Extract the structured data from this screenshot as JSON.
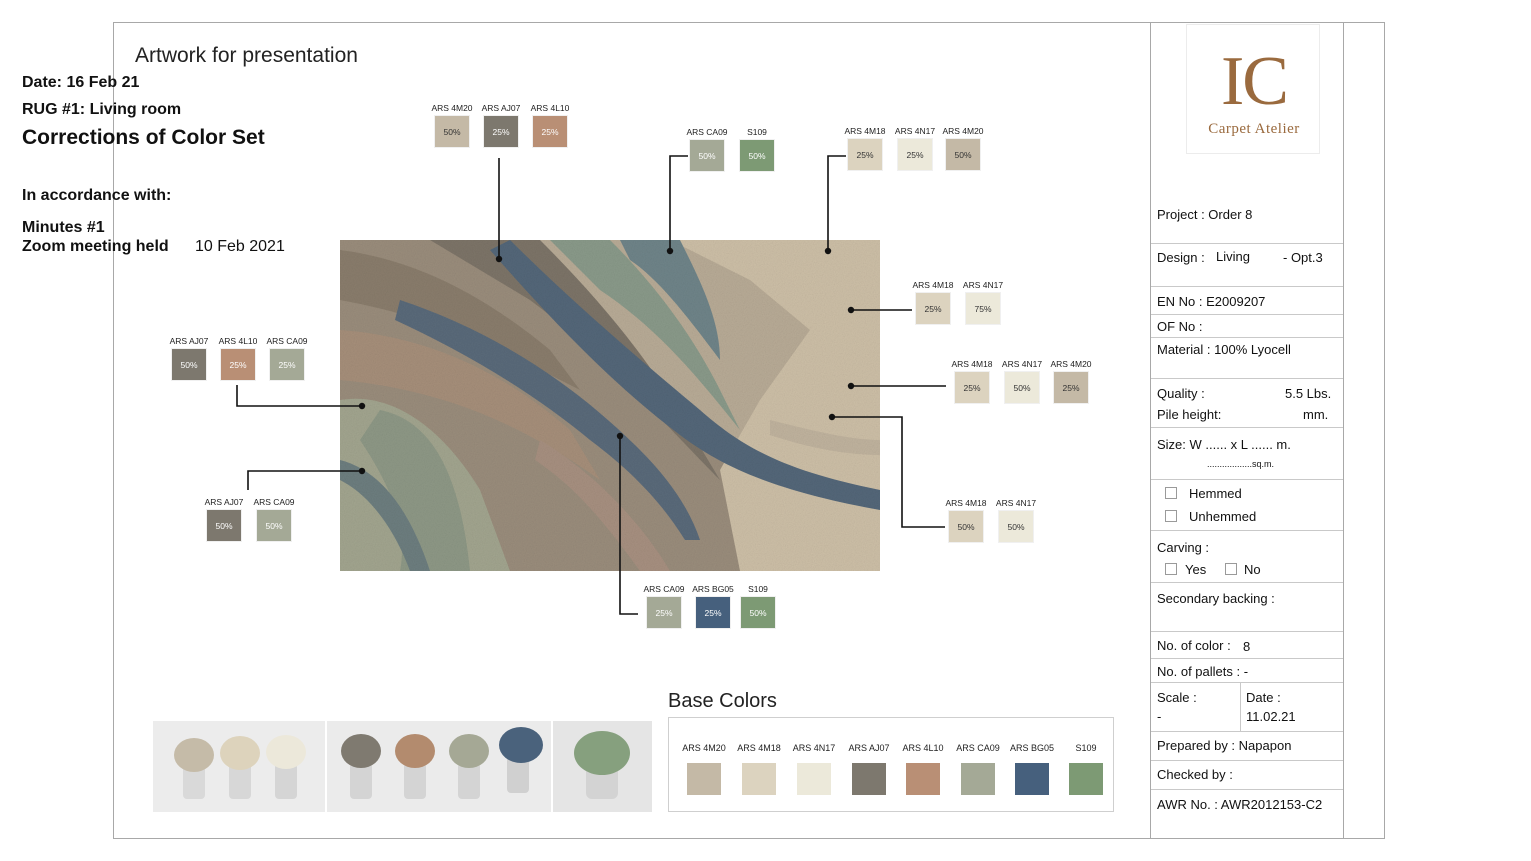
{
  "header": {
    "title": "Artwork for presentation",
    "date_label": "Date:  16 Feb 21",
    "rug_label": "RUG #1:  Living room",
    "corrections": "Corrections of Color Set",
    "accordance": "In accordance with:",
    "minutes": "Minutes #1",
    "zoom": "Zoom meeting held",
    "zoom_date": "10 Feb 2021"
  },
  "callouts": {
    "top_left": {
      "chips": [
        {
          "name": "ARS 4M20",
          "pct": "50%",
          "color": "#c4b9a6"
        },
        {
          "name": "ARS AJ07",
          "pct": "25%",
          "color": "#7d786e"
        },
        {
          "name": "ARS 4L10",
          "pct": "25%",
          "color": "#b98f75"
        }
      ]
    },
    "top_mid": {
      "chips": [
        {
          "name": "ARS CA09",
          "pct": "50%",
          "color": "#a4a996"
        },
        {
          "name": "S109",
          "pct": "50%",
          "color": "#7d9a74"
        }
      ]
    },
    "top_right": {
      "chips": [
        {
          "name": "ARS 4M18",
          "pct": "25%",
          "color": "#dcd3bf"
        },
        {
          "name": "ARS 4N17",
          "pct": "25%",
          "color": "#ece9da"
        },
        {
          "name": "ARS 4M20",
          "pct": "50%",
          "color": "#c4b9a6"
        }
      ]
    },
    "right_1": {
      "chips": [
        {
          "name": "ARS 4M18",
          "pct": "25%",
          "color": "#dcd3bf"
        },
        {
          "name": "ARS 4N17",
          "pct": "75%",
          "color": "#ece9da"
        }
      ]
    },
    "right_2": {
      "chips": [
        {
          "name": "ARS 4M18",
          "pct": "25%",
          "color": "#dcd3bf"
        },
        {
          "name": "ARS 4N17",
          "pct": "50%",
          "color": "#ece9da"
        },
        {
          "name": "ARS 4M20",
          "pct": "25%",
          "color": "#c4b9a6"
        }
      ]
    },
    "right_3": {
      "chips": [
        {
          "name": "ARS 4M18",
          "pct": "50%",
          "color": "#dcd3bf"
        },
        {
          "name": "ARS 4N17",
          "pct": "50%",
          "color": "#ece9da"
        }
      ]
    },
    "left_1": {
      "chips": [
        {
          "name": "ARS AJ07",
          "pct": "50%",
          "color": "#7d786e"
        },
        {
          "name": "ARS 4L10",
          "pct": "25%",
          "color": "#b98f75"
        },
        {
          "name": "ARS CA09",
          "pct": "25%",
          "color": "#a4a996"
        }
      ]
    },
    "left_2": {
      "chips": [
        {
          "name": "ARS AJ07",
          "pct": "50%",
          "color": "#7d786e"
        },
        {
          "name": "ARS CA09",
          "pct": "50%",
          "color": "#a4a996"
        }
      ]
    },
    "bottom": {
      "chips": [
        {
          "name": "ARS CA09",
          "pct": "25%",
          "color": "#a4a996"
        },
        {
          "name": "ARS BG05",
          "pct": "25%",
          "color": "#46607d"
        },
        {
          "name": "S109",
          "pct": "50%",
          "color": "#7d9a74"
        }
      ]
    }
  },
  "base_colors": {
    "title": "Base Colors",
    "items": [
      {
        "name": "ARS 4M20",
        "color": "#c4b9a6"
      },
      {
        "name": "ARS 4M18",
        "color": "#dcd3bf"
      },
      {
        "name": "ARS 4N17",
        "color": "#ece9da"
      },
      {
        "name": "ARS AJ07",
        "color": "#7d786e"
      },
      {
        "name": "ARS 4L10",
        "color": "#b98f75"
      },
      {
        "name": "ARS CA09",
        "color": "#a4a996"
      },
      {
        "name": "ARS BG05",
        "color": "#46607d"
      },
      {
        "name": "S109",
        "color": "#7d9a74"
      }
    ]
  },
  "logo": {
    "main": "IC",
    "sub": "Carpet Atelier"
  },
  "spec": {
    "project": "Project : Order 8",
    "design_label": "Design :",
    "design_value": "Living",
    "design_opt": "- Opt.3",
    "en_no": "EN No : E2009207",
    "of_no": "OF No :",
    "material": "Material : 100% Lyocell",
    "quality_label": "Quality :",
    "quality_value": "5.5 Lbs.",
    "pile_label": "Pile height:",
    "pile_value": "mm.",
    "size": "Size: W ...... x L ...... m.",
    "sqm": "..................sq.m.",
    "hemmed": "Hemmed",
    "unhemmed": "Unhemmed",
    "carving": "Carving :",
    "yes": "Yes",
    "no": "No",
    "secondary": "Secondary backing :",
    "num_color_label": "No. of color :",
    "num_color_value": "8",
    "pallets": "No. of pallets : -",
    "scale_label": "Scale :",
    "scale_value": "-",
    "date_label": "Date :",
    "date_value": "11.02.21",
    "prepared": "Prepared by : Napapon",
    "checked": "Checked by :",
    "awr": "AWR No. : AWR2012153-C2"
  }
}
